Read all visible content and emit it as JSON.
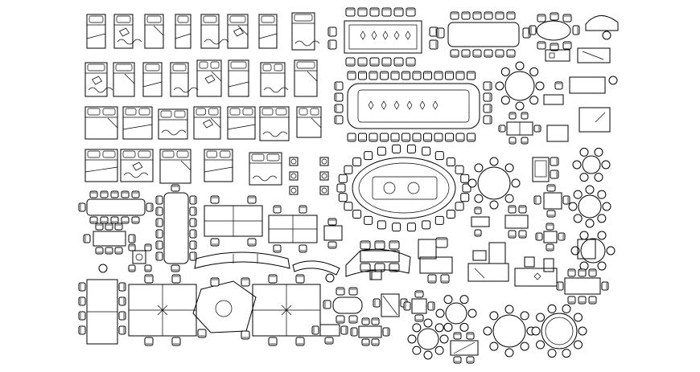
{
  "sheet": {
    "background": "#ffffff",
    "stroke": "#000000",
    "groups": [
      {
        "name": "beds",
        "icon": "bed-icon"
      },
      {
        "name": "conference-tables",
        "icon": "conference-table-icon"
      },
      {
        "name": "round-tables",
        "icon": "round-table-icon"
      },
      {
        "name": "office-workstations",
        "icon": "workstation-icon"
      },
      {
        "name": "dining-sets",
        "icon": "dining-set-icon"
      },
      {
        "name": "reception-desks",
        "icon": "reception-desk-icon"
      }
    ]
  }
}
